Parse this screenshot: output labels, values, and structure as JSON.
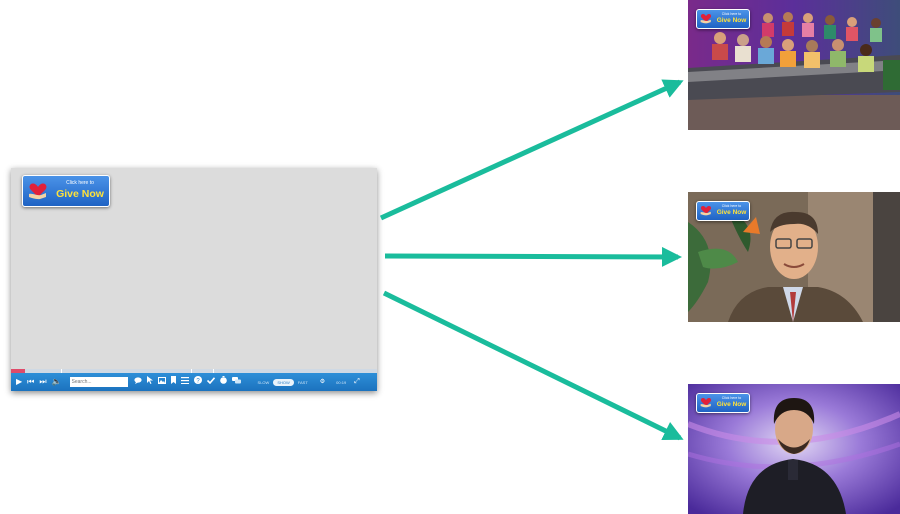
{
  "player": {
    "give_button": {
      "small": "Click here to",
      "big": "Give Now"
    },
    "controls": {
      "play": "▶",
      "prev": "⏮",
      "next": "⏭",
      "volume": "🔈",
      "search_placeholder": "Search...",
      "icons": [
        "captions-icon",
        "pointer-icon",
        "image-icon",
        "bookmark-icon",
        "list-icon",
        "help-icon",
        "check-icon",
        "timer-icon",
        "chat-icon"
      ],
      "speed_options": [
        "SLOW",
        "SHOW",
        "FAST"
      ],
      "time": "00:19"
    }
  },
  "thumbnails": [
    {
      "give_button": {
        "small": "Click here to",
        "big": "Give Now"
      }
    },
    {
      "give_button": {
        "small": "Click here to",
        "big": "Give Now"
      }
    },
    {
      "give_button": {
        "small": "Click here to",
        "big": "Give Now"
      }
    }
  ],
  "colors": {
    "arrow": "#1abc9c",
    "controls": "#1f7cc7",
    "give_button": "#2f75d6",
    "give_text": "#ffe23a"
  }
}
